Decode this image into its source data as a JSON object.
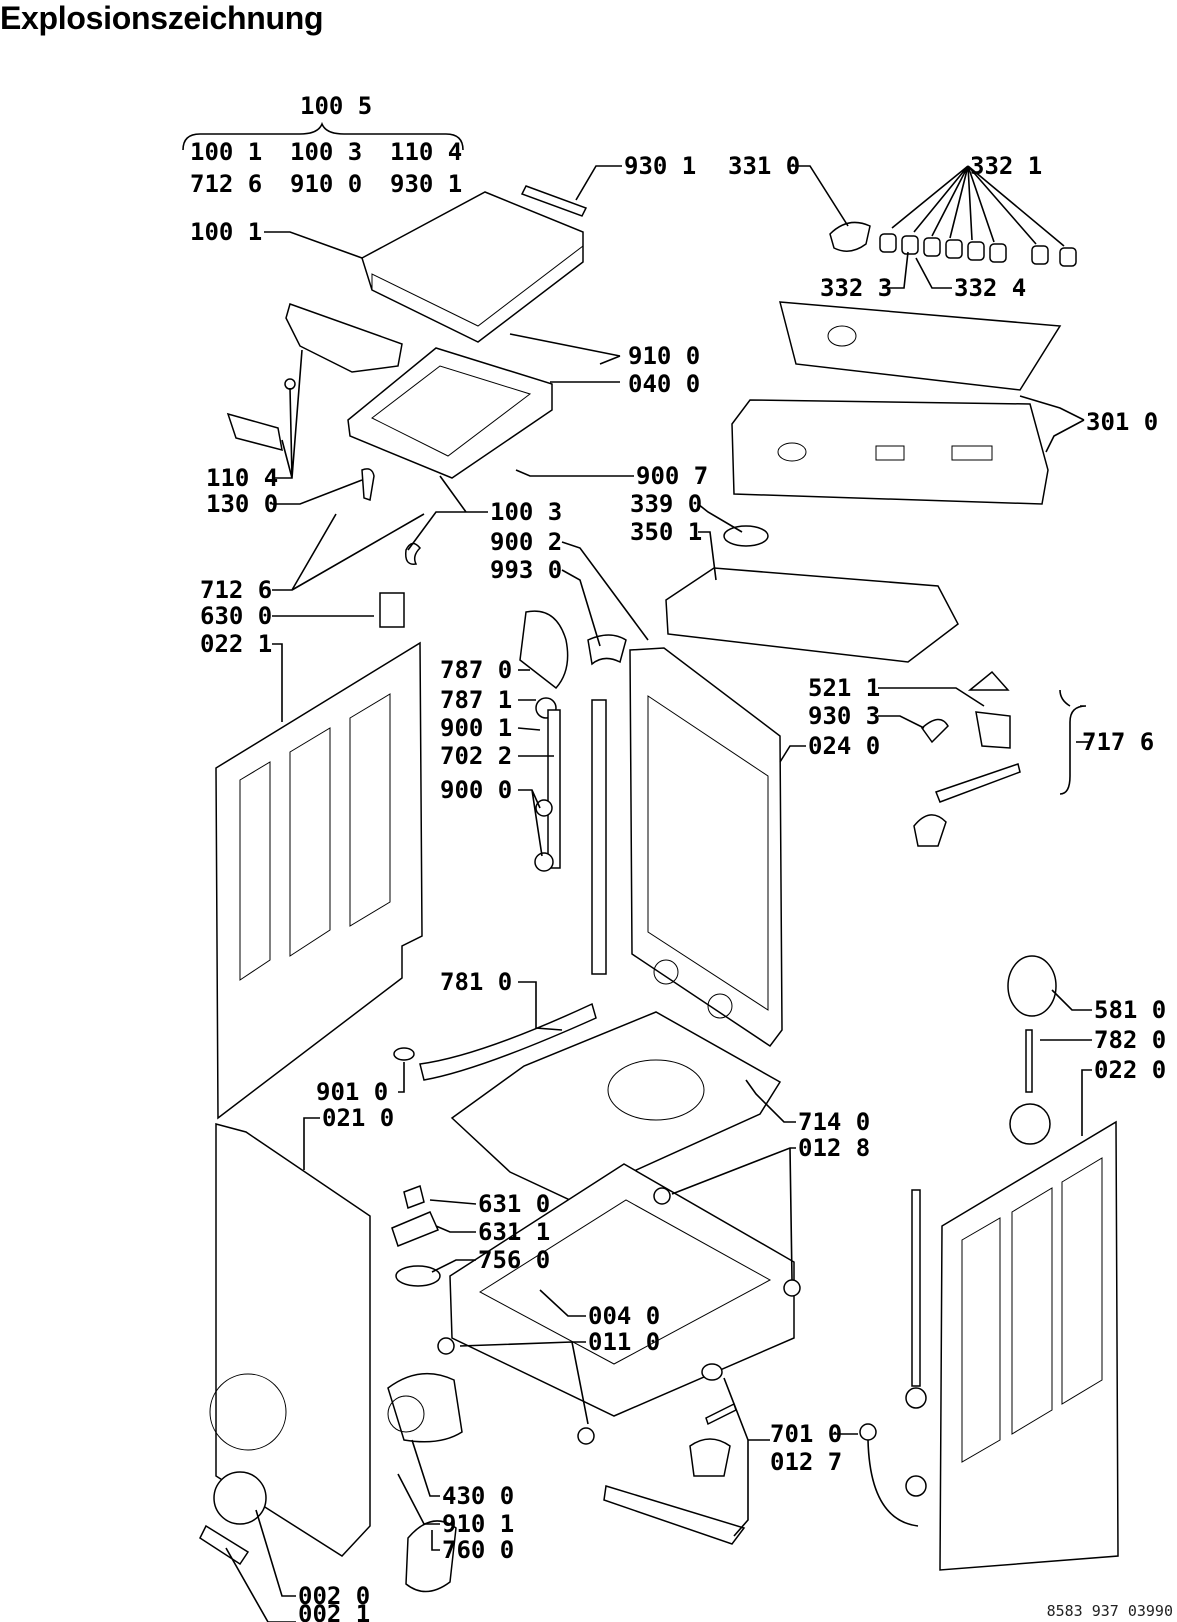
{
  "title": "Explosionszeichnung",
  "drawing_number": "8583 937 03990",
  "kit_header": "100 5",
  "kit_items": [
    "100 1",
    "100 3",
    "110 4",
    "712 6",
    "910 0",
    "930 1"
  ],
  "group_717_6": "717 6",
  "callouts": [
    "100 1",
    "930 1",
    "331 0",
    "332 1",
    "332 3",
    "332 4",
    "910 0",
    "040 0",
    "301 0",
    "110 4",
    "130 0",
    "100 3",
    "900 7",
    "339 0",
    "350 1",
    "900 2",
    "993 0",
    "712 6",
    "630 0",
    "022 1",
    "787 0",
    "787 1",
    "900 1",
    "702 2",
    "900 0",
    "521 1",
    "930 3",
    "024 0",
    "781 0",
    "581 0",
    "782 0",
    "022 0",
    "901 0",
    "021 0",
    "714 0",
    "012 8",
    "631 0",
    "631 1",
    "756 0",
    "004 0",
    "011 0",
    "701 0",
    "012 7",
    "430 0",
    "910 1",
    "760 0",
    "002 0",
    "002 1"
  ]
}
